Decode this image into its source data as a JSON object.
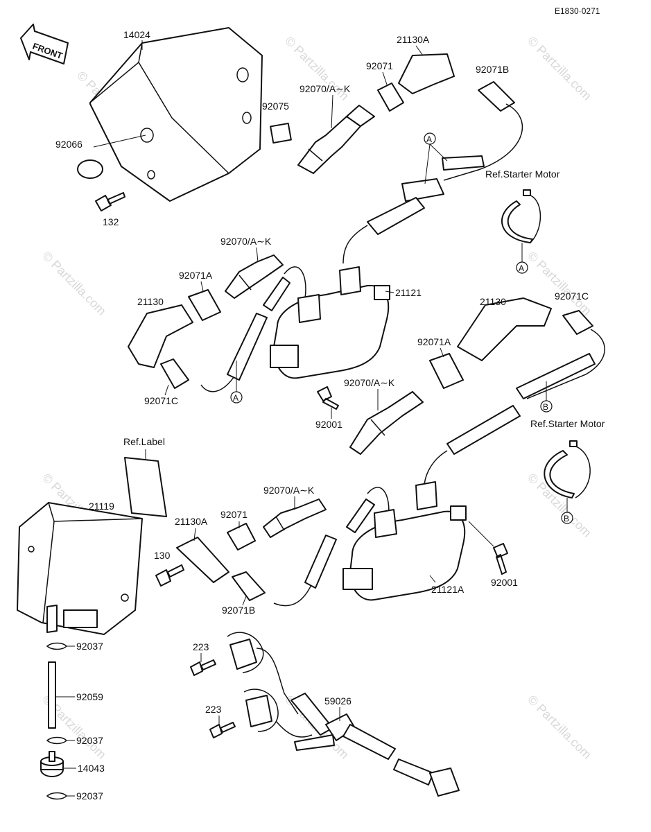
{
  "diagram_code": "E1830·0271",
  "front_label": "FRONT",
  "watermark_text": "© Partzilla.com",
  "labels": {
    "p14024": "14024",
    "p92066": "92066",
    "p132": "132",
    "p92075": "92075",
    "p92070_top": "92070/A∼K",
    "p92071_top": "92071",
    "p21130A_top": "21130A",
    "p92071B_top": "92071B",
    "refA_1": "A",
    "ref_starter_1": "Ref.Starter Motor",
    "refA_2": "A",
    "p92070_mid_left": "92070/A∼K",
    "p92071A_left": "92071A",
    "p21130_left": "21130",
    "p92071C_left": "92071C",
    "refA_3": "A",
    "p21121": "21121",
    "p92001_mid": "92001",
    "p21130_right": "21130",
    "p92071C_right": "92071C",
    "p92071A_right": "92071A",
    "p92070_mid_right": "92070/A∼K",
    "refB_1": "B",
    "ref_starter_2": "Ref.Starter Motor",
    "refB_2": "B",
    "ref_label": "Ref.Label",
    "p21119": "21119",
    "p130": "130",
    "p21130A_bot": "21130A",
    "p92071_bot": "92071",
    "p92070_bot": "92070/A∼K",
    "p92071B_bot": "92071B",
    "p21121A": "21121A",
    "p92001_bot": "92001",
    "p92037_a": "92037",
    "p92059": "92059",
    "p92037_b": "92037",
    "p14043": "14043",
    "p92037_c": "92037",
    "p223_a": "223",
    "p223_b": "223",
    "p59026": "59026"
  }
}
